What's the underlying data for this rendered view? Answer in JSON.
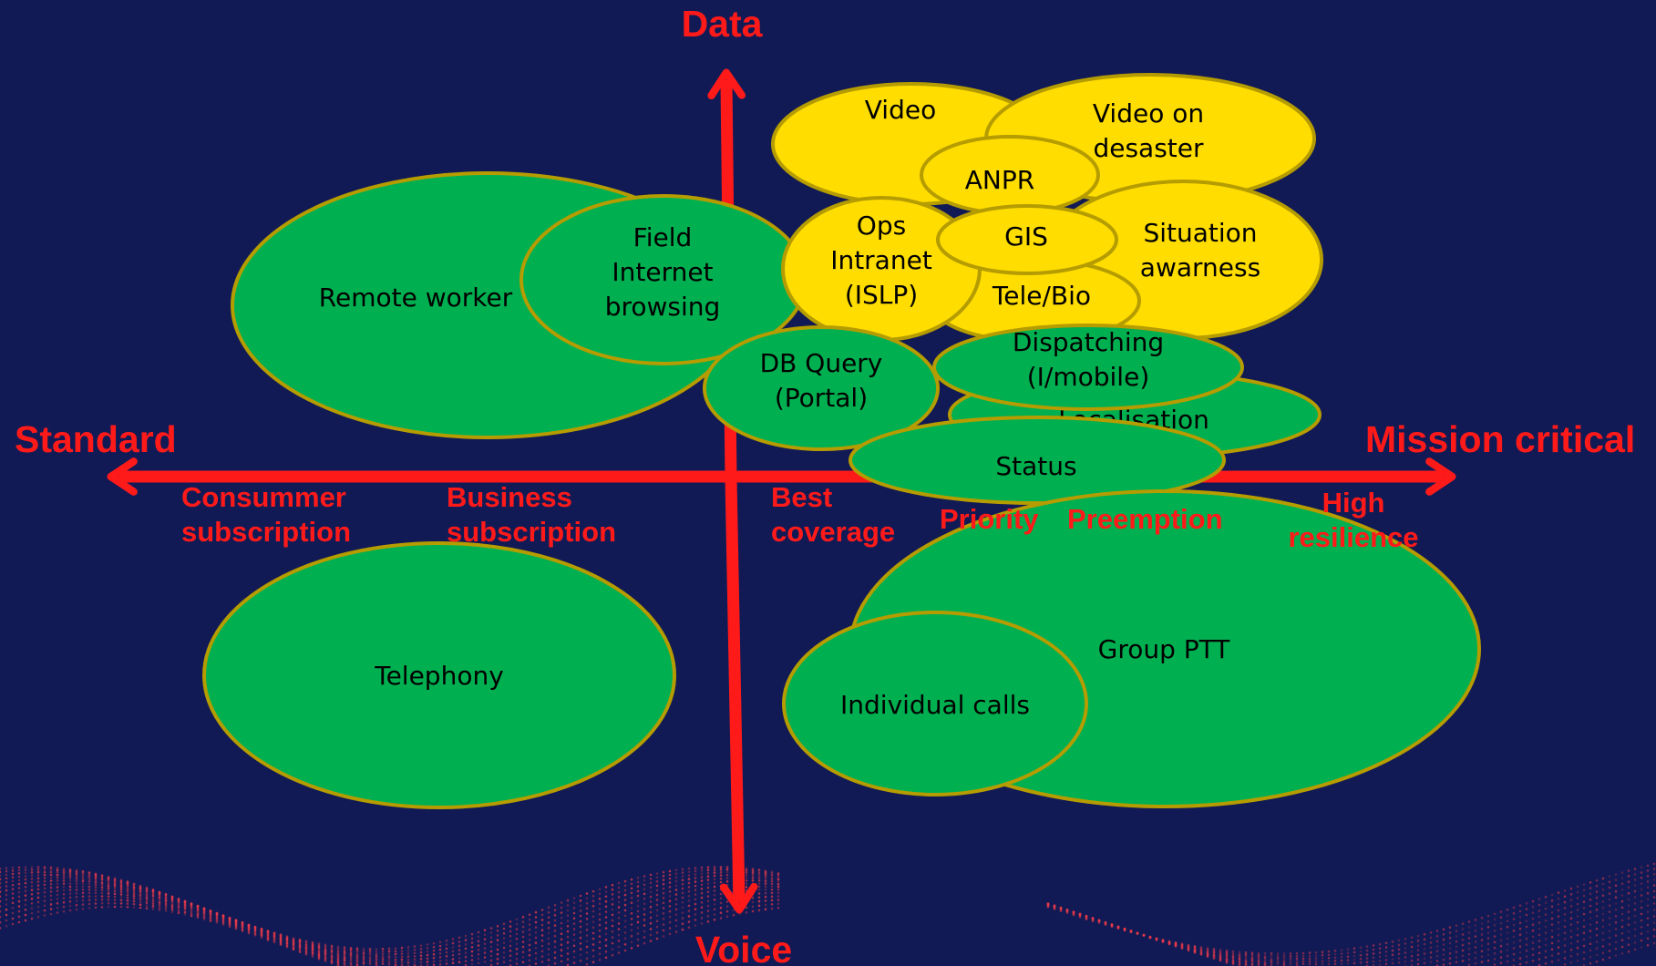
{
  "colors": {
    "background": "#111a55",
    "green_bubble": "#00b050",
    "yellow_bubble": "#ffdd00",
    "bubble_stroke": "#b59c00",
    "axis": "#ff1a1a",
    "wave_dots": "#e83a4a"
  },
  "axes": {
    "top": "Data",
    "bottom": "Voice",
    "left": "Standard",
    "right": "Mission critical"
  },
  "scale_labels": {
    "consumer": [
      "Consummer",
      "subscription"
    ],
    "business": [
      "Business",
      "subscription"
    ],
    "best_coverage": [
      "Best",
      "coverage"
    ],
    "priority": [
      "Priority"
    ],
    "preemption": [
      "Preemption"
    ],
    "high_resilience": [
      "High",
      "resilience"
    ]
  },
  "bubbles": {
    "remote_worker": {
      "color": "green",
      "lines": [
        "Remote worker"
      ]
    },
    "field_internet": {
      "color": "green",
      "lines": [
        "Field",
        "Internet",
        "browsing"
      ]
    },
    "db_query": {
      "color": "green",
      "lines": [
        "DB Query",
        "(Portal)"
      ]
    },
    "video": {
      "color": "yellow",
      "lines": [
        "Video"
      ]
    },
    "video_disaster": {
      "color": "yellow",
      "lines": [
        "Video on",
        "desaster"
      ]
    },
    "anpr": {
      "color": "yellow",
      "lines": [
        "ANPR"
      ]
    },
    "situation": {
      "color": "yellow",
      "lines": [
        "Situation",
        "awarness"
      ]
    },
    "tele_bio": {
      "color": "yellow",
      "lines": [
        "Tele/Bio"
      ]
    },
    "ops_intranet": {
      "color": "yellow",
      "lines": [
        "Ops",
        "Intranet",
        "(ISLP)"
      ]
    },
    "gis": {
      "color": "yellow",
      "lines": [
        "GIS"
      ]
    },
    "localisation": {
      "color": "green",
      "lines": [
        "Localisation"
      ]
    },
    "status": {
      "color": "green",
      "lines": [
        "Status"
      ]
    },
    "dispatching": {
      "color": "green",
      "lines": [
        "Dispatching",
        "(I/mobile)"
      ]
    },
    "telephony": {
      "color": "green",
      "lines": [
        "Telephony"
      ]
    },
    "group_ptt": {
      "color": "green",
      "lines": [
        "Group PTT"
      ]
    },
    "individual_calls": {
      "color": "green",
      "lines": [
        "Individual calls"
      ]
    }
  }
}
